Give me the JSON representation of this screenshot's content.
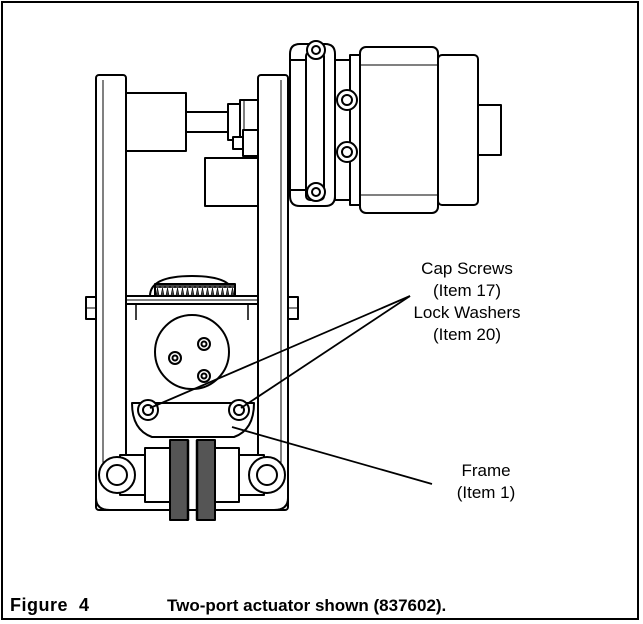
{
  "callouts": {
    "cap_screws": "Cap Screws",
    "cap_screws_item": "(Item 17)",
    "lock_washers": "Lock Washers",
    "lock_washers_item": "(Item 20)",
    "frame": "Frame",
    "frame_item": "(Item 1)"
  },
  "caption": {
    "figure_label": "Figure  4",
    "text": "Two-port actuator shown (837602)."
  }
}
